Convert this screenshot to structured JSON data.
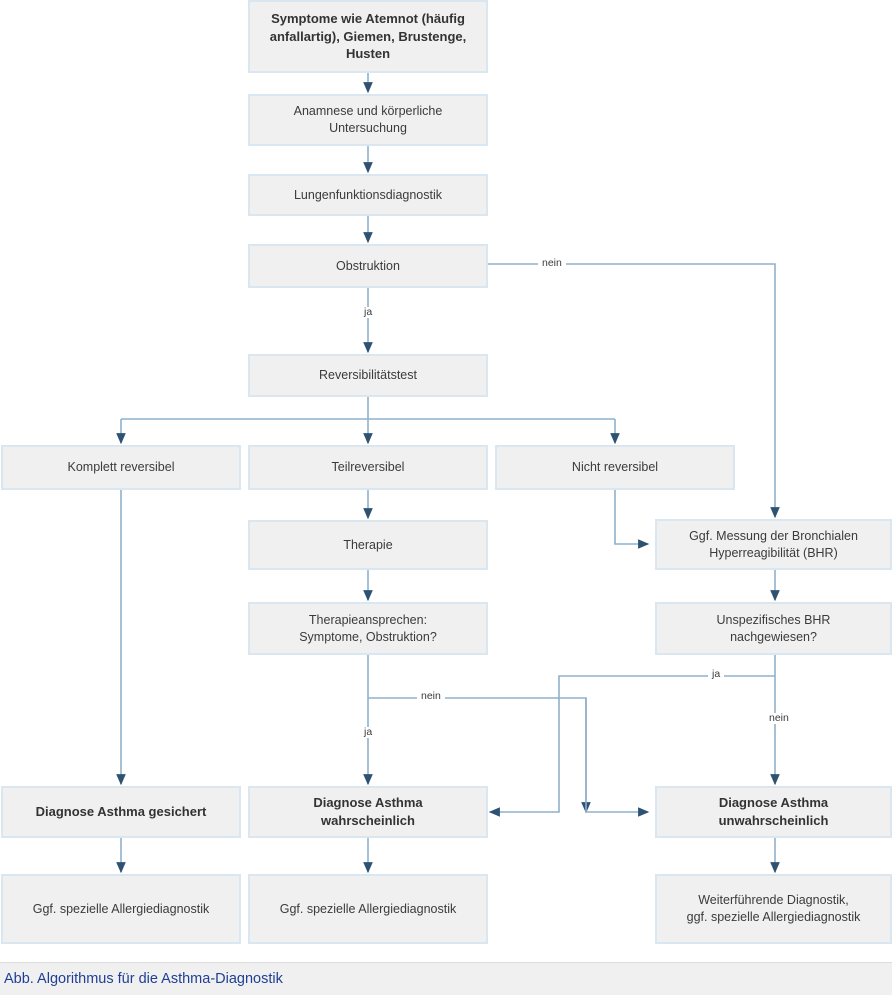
{
  "figure": {
    "caption": "Abb. Algorithmus für die Asthma-Diagnostik",
    "caption_color": "#1f3f94",
    "node_fill": "#f0f0f0",
    "node_border": "#dbe7f0",
    "edge_color": "#41688c"
  },
  "nodes": {
    "symptome": "Symptome wie Atemnot (häufig\nanfallartig), Giemen, Brustenge,\nHusten",
    "anamnese": "Anamnese und körperliche\nUntersuchung",
    "lufu": "Lungenfunktionsdiagnostik",
    "obstruktion": "Obstruktion",
    "reversibilitaetstest": "Reversibilitätstest",
    "komplett_reversibel": "Komplett reversibel",
    "teilreversibel": "Teilreversibel",
    "nicht_reversibel": "Nicht reversibel",
    "bhr_messung": "Ggf. Messung der Bronchialen\nHyperreagibilität (BHR)",
    "therapie": "Therapie",
    "therapieansprechen": "Therapieansprechen:\nSymptome, Obstruktion?",
    "bhr_nachgewiesen": "Unspezifisches BHR\nnachgewiesen?",
    "diagnose_gesichert": "Diagnose Asthma gesichert",
    "diagnose_wahrscheinlich": "Diagnose Asthma\nwahrscheinlich",
    "diagnose_unwahrscheinlich": "Diagnose Asthma\nunwahrscheinlich",
    "allergie_links": "Ggf. spezielle Allergiediagnostik",
    "allergie_mitte": "Ggf. spezielle Allergiediagnostik",
    "weiterfuehrend": "Weiterführende Diagnostik,\nggf. spezielle Allergiediagnostik"
  },
  "edge_labels": {
    "obstruktion_nein": "nein",
    "obstruktion_ja": "ja",
    "therapie_nein": "nein",
    "therapie_ja": "ja",
    "bhr_ja": "ja",
    "bhr_nein": "nein"
  }
}
